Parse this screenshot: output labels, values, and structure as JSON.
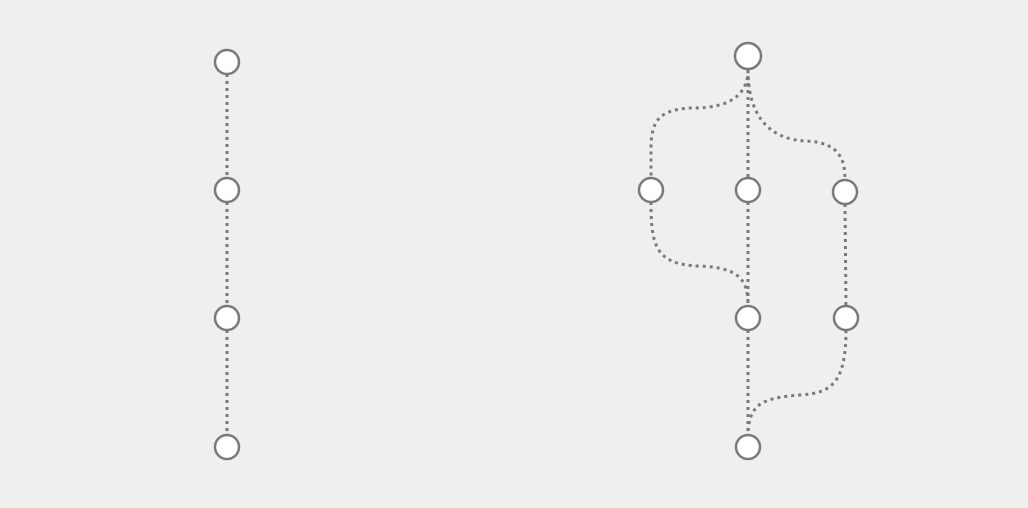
{
  "colors": {
    "background": "#efefef",
    "node_fill": "#ffffff",
    "node_stroke": "#7a7a7a",
    "edge_stroke": "#7a7a7a"
  },
  "diagrams": [
    {
      "id": "linear-graph",
      "nodes": [
        "a1",
        "a2",
        "a3",
        "a4"
      ],
      "edges": [
        [
          "a1",
          "a2"
        ],
        [
          "a2",
          "a3"
        ],
        [
          "a3",
          "a4"
        ]
      ]
    },
    {
      "id": "branching-graph",
      "nodes": [
        "top",
        "left-mid",
        "center-mid",
        "right-mid",
        "center-low",
        "right-low",
        "bottom"
      ],
      "edges": [
        [
          "top",
          "center-mid"
        ],
        [
          "top",
          "left-mid"
        ],
        [
          "top",
          "right-mid"
        ],
        [
          "center-mid",
          "center-low"
        ],
        [
          "left-mid",
          "center-low"
        ],
        [
          "right-mid",
          "right-low"
        ],
        [
          "center-low",
          "bottom"
        ],
        [
          "right-low",
          "bottom"
        ]
      ]
    }
  ]
}
